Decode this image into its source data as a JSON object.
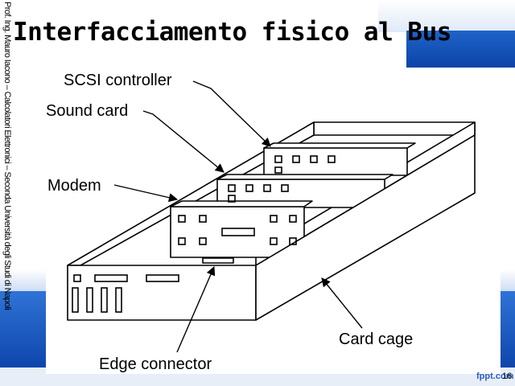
{
  "slide": {
    "title": "Interfacciamento fisico al Bus",
    "side_note": "Prof. Ing. Mauro Iacono – Calcolatori Elettronici – Seconda Università degli Studi di Napoli",
    "page_number": "16",
    "brand": "fppt.com"
  },
  "diagram": {
    "labels": {
      "scsi": "SCSI controller",
      "sound": "Sound card",
      "modem": "Modem",
      "cage": "Card cage",
      "edge": "Edge connector"
    }
  },
  "colors": {
    "accent_blue": "#0e46ac",
    "background": "#ffffff"
  }
}
